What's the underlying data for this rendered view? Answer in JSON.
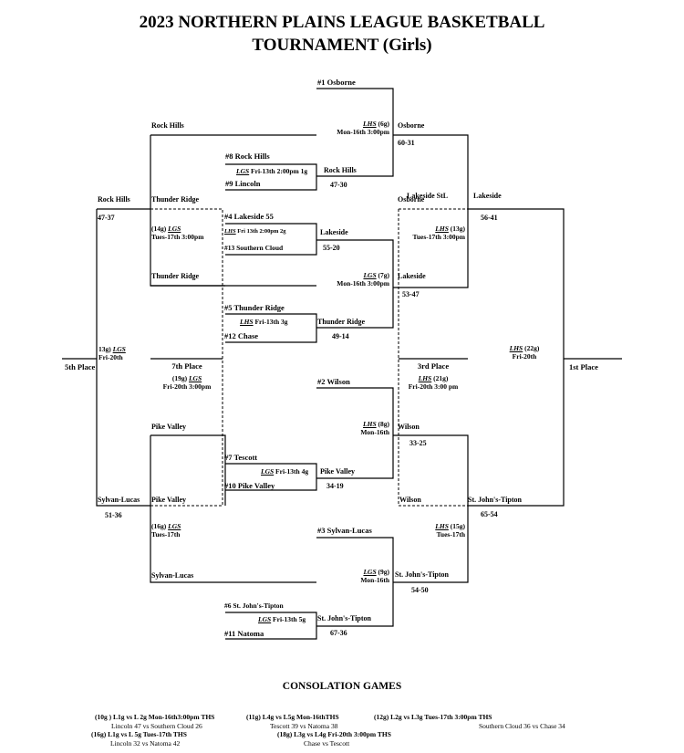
{
  "title": {
    "line1": "2023 NORTHERN PLAINS LEAGUE BASKETBALL",
    "line2": "TOURNAMENT (Girls)"
  },
  "seeds": {
    "s1": "#1  Osborne",
    "s8": "#8 Rock Hills",
    "s9": "#9 Lincoln",
    "s4": "#4 Lakeside  55",
    "s13": "#13 Southern Cloud",
    "s5": "#5 Thunder Ridge",
    "s12": "#12 Chase",
    "s2": "#2  Wilson",
    "s7": "#7  Tescott",
    "s10": "#10 Pike Valley",
    "s3": "#3  Sylvan-Lucas",
    "s6": "#6 St. John's-Tipton",
    "s11": "#11 Natoma"
  },
  "games": {
    "g1": {
      "site": "LGS",
      "rest": " Fri-13th 2:00pm 1g"
    },
    "g2": {
      "site": "LHS",
      "rest": " Fri 13th  2:00pm 2g"
    },
    "g3": {
      "site": "LHS",
      "rest": " Fri-13th 3g"
    },
    "g4": {
      "site": "LGS",
      "rest": " Fri-13th 4g"
    },
    "g5": {
      "site": "LGS",
      "rest": "  Fri-13th 5g"
    },
    "g6": {
      "site": "LHS",
      "num": " (6g)",
      "time": "Mon-16th 3:00pm"
    },
    "g7": {
      "site": "LGS",
      "num": " (7g)",
      "time": "Mon-16th 3:00pm"
    },
    "g8": {
      "site": "LHS",
      "num": " (8g)",
      "time": "Mon-16th"
    },
    "g9": {
      "site": "LGS",
      "num": " (9g)",
      "time": "Mon-16th"
    },
    "g13": {
      "site": "LHS",
      "num": " (13g)",
      "time": "Tues-17th 3:00pm"
    },
    "g14": {
      "pre": "(14g) ",
      "site": "LGS",
      "time": "Tues-17th 3:00pm"
    },
    "g15": {
      "site": "LHS",
      "num": " (15g)",
      "time": "Tues-17th"
    },
    "g16": {
      "pre": "(16g) ",
      "site": "LGS",
      "time": "Tues-17th"
    },
    "g19": {
      "pre": "(19g) ",
      "site": "LGS",
      "time": "Fri-20th 3:00pm"
    },
    "g20": {
      "pre": "13g) ",
      "site": "LGS",
      "time": "Fri-20th"
    },
    "g21": {
      "site": "LHS",
      "num": " (21g)",
      "time": "Fri-20th 3:00 pm"
    },
    "g22": {
      "site": "LHS",
      "num": " (22g)",
      "time": "Fri-20th"
    }
  },
  "winners": {
    "w1_team": "Rock Hills",
    "w1_score": "47-30",
    "w2_team": "Lakeside",
    "w2_score": "55-20",
    "w3_team": "Thunder Ridge",
    "w3_score": "49-14",
    "w4_team": "Pike Valley",
    "w4_score": "34-19",
    "w5_team": "St. John's-Tipton",
    "w5_score": "67-36",
    "w6_team": "Osborne",
    "w6_score": "60-31",
    "w7_team": "Lakeside",
    "w7_score": "53-47",
    "w8_team": "Wilson",
    "w8_score": "33-25",
    "w9_team": "St. John's-Tipton",
    "w9_score": "54-50",
    "w13_team": "Lakeside",
    "w13_score": "56-41",
    "w15_team": "St. John's-Tipton",
    "w15_score": "65-54",
    "l6_team": "Osborne",
    "l_lakeside_stl": "Lakeside StL",
    "l8_team": "Wilson",
    "c_rockhills": "Rock Hills",
    "c_thunder_top": "Thunder Ridge",
    "c_thunder_bot": "Thunder Ridge",
    "c_pike_top": "Pike Valley",
    "c_pike_bot": "Pike Valley",
    "c_sylvan_bot": "Sylvan-Lucas",
    "c14_team": "Rock Hills",
    "c14_score": "47-37",
    "c16_team": "Sylvan-Lucas",
    "c16_score": "51-36"
  },
  "places": {
    "fifth": "5th Place",
    "seventh": "7th Place",
    "third": "3rd Place",
    "first": "1st Place"
  },
  "consolation": {
    "title": "CONSOLATION GAMES",
    "c10_head": "(10g ) L1g vs L 2g Mon-16th3:00pm THS",
    "c10_res": "Lincoln 47 vs Southern Cloud 26",
    "c11_head": "(11g) L4g vs L5g Mon-16thTHS",
    "c11_res": "Tescott 39 vs Natoma 38",
    "c12_head": "(12g) L2g vs L3g Tues-17th 3:00pm THS",
    "c12_res": "Southern Cloud 36 vs Chase 34",
    "c16_head": "(16g) L1g vs L 5g Tues-17th  THS",
    "c16_res": "Lincoln 32 vs Natoma 42",
    "c18_head": "(18g) L3g vs L4g Fri-20th 3:00pm THS",
    "c18_res": "Chase vs Tescott"
  }
}
